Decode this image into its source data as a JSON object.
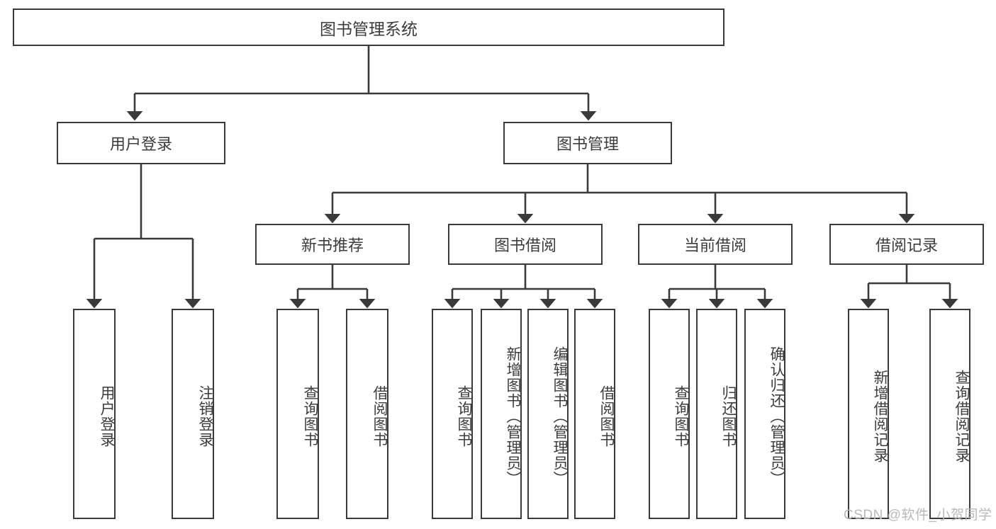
{
  "diagram": {
    "type": "tree-hierarchy-chart",
    "title": "图书管理系统",
    "line_color": "#3a3a3a",
    "text_color": "#3c3c3c",
    "background_color": "#ffffff",
    "root": {
      "id": "root",
      "label": "图书管理系统"
    },
    "level1": [
      {
        "id": "user-login",
        "label": "用户登录"
      },
      {
        "id": "book-management",
        "label": "图书管理"
      }
    ],
    "level2": [
      {
        "id": "new-book-recommend",
        "label": "新书推荐",
        "parent": "book-management"
      },
      {
        "id": "book-borrow",
        "label": "图书借阅",
        "parent": "book-management"
      },
      {
        "id": "current-borrow",
        "label": "当前借阅",
        "parent": "book-management"
      },
      {
        "id": "borrow-record",
        "label": "借阅记录",
        "parent": "book-management"
      }
    ],
    "leaves": [
      {
        "id": "leaf-user-login",
        "label": "用户登录",
        "parent": "user-login"
      },
      {
        "id": "leaf-logout-login",
        "label": "注销登录",
        "parent": "user-login"
      },
      {
        "id": "leaf-query-book-1",
        "label": "查询图书",
        "parent": "new-book-recommend"
      },
      {
        "id": "leaf-borrow-book-1",
        "label": "借阅图书",
        "parent": "new-book-recommend"
      },
      {
        "id": "leaf-query-book-2",
        "label": "查询图书",
        "parent": "book-borrow"
      },
      {
        "id": "leaf-add-book",
        "label": "新增图书（管理员）",
        "parent": "book-borrow"
      },
      {
        "id": "leaf-edit-book",
        "label": "编辑图书（管理员）",
        "parent": "book-borrow"
      },
      {
        "id": "leaf-borrow-book-2",
        "label": "借阅图书",
        "parent": "book-borrow"
      },
      {
        "id": "leaf-query-book-3",
        "label": "查询图书",
        "parent": "current-borrow"
      },
      {
        "id": "leaf-return-book",
        "label": "归还图书",
        "parent": "current-borrow"
      },
      {
        "id": "leaf-confirm-return",
        "label": "确认归还（管理员）",
        "parent": "current-borrow"
      },
      {
        "id": "leaf-add-record",
        "label": "新增借阅记录",
        "parent": "borrow-record"
      },
      {
        "id": "leaf-query-record",
        "label": "查询借阅记录",
        "parent": "borrow-record"
      }
    ]
  },
  "watermark": {
    "text": "CSDN @软件_小贺同学"
  }
}
